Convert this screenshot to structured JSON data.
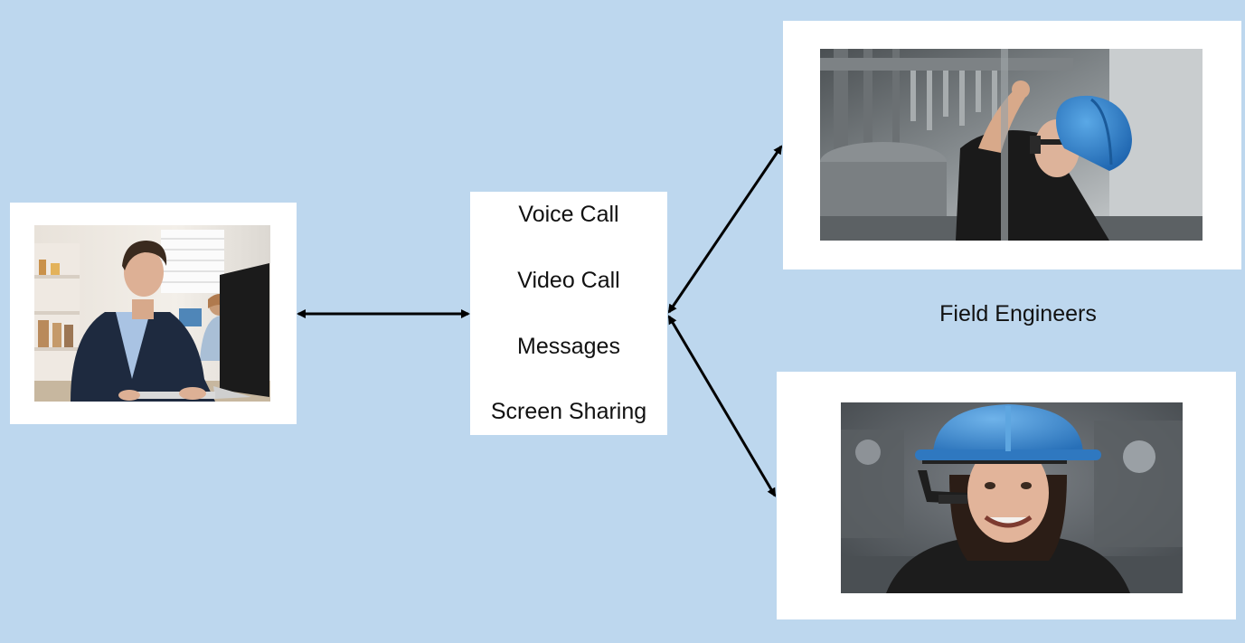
{
  "background_color": "#BDD7EE",
  "remote_expert": {
    "photo_icon": "man-at-computer-photo"
  },
  "communication": {
    "features": [
      "Voice Call",
      "Video Call",
      "Messages",
      "Screen Sharing"
    ]
  },
  "field_engineers": {
    "label": "Field Engineers",
    "photos": [
      {
        "photo_icon": "engineer-with-hard-hat-and-smart-glasses-photo"
      },
      {
        "photo_icon": "smiling-engineer-with-smart-glasses-photo"
      }
    ]
  },
  "connector_color": "#000000",
  "frame_color": "#FFFFFF"
}
